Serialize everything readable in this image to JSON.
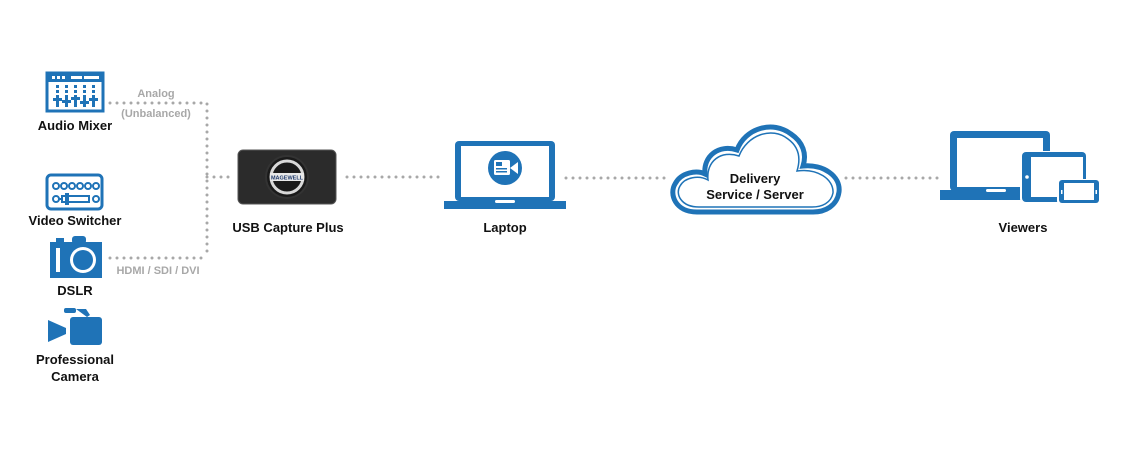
{
  "colors": {
    "icon_blue": "#1f73b7",
    "connector_gray": "#a8a8a8",
    "device_dark": "#2b2b2b"
  },
  "sources": [
    {
      "label": "Audio Mixer",
      "icon": "audio-mixer-icon"
    },
    {
      "label": "Video Switcher",
      "icon": "video-switcher-icon"
    },
    {
      "label": "DSLR",
      "icon": "camera-icon"
    },
    {
      "label": "Professional",
      "label2": "Camera",
      "icon": "video-camera-icon"
    }
  ],
  "connections": {
    "analog": {
      "line1": "Analog",
      "line2": "(Unbalanced)"
    },
    "digital": "HDMI / SDI / DVI"
  },
  "capture": {
    "label": "USB Capture Plus",
    "brand": "MAGEWELL"
  },
  "laptop": {
    "label": "Laptop"
  },
  "cloud": {
    "line1": "Delivery",
    "line2": "Service / Server"
  },
  "viewers": {
    "label": "Viewers"
  }
}
